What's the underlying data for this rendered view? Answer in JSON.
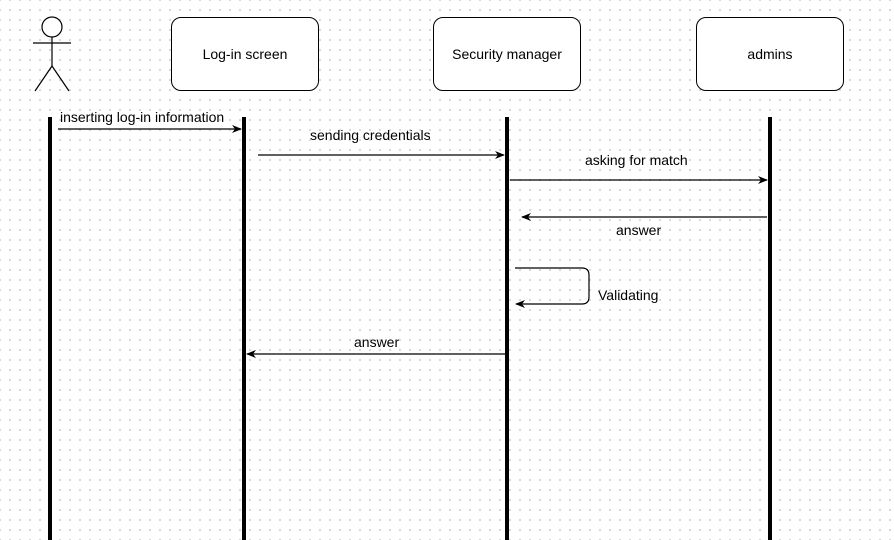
{
  "participants": {
    "actor": {
      "label": ""
    },
    "login_screen": {
      "label": "Log-in screen"
    },
    "security_manager": {
      "label": "Security manager"
    },
    "admins": {
      "label": "admins"
    }
  },
  "messages": [
    {
      "from": "actor",
      "to": "login_screen",
      "label": "inserting log-in information"
    },
    {
      "from": "login_screen",
      "to": "security_manager",
      "label": "sending credentials"
    },
    {
      "from": "security_manager",
      "to": "admins",
      "label": "asking for match"
    },
    {
      "from": "admins",
      "to": "security_manager",
      "label": "answer"
    },
    {
      "from": "security_manager",
      "to": "security_manager",
      "label": "Validating"
    },
    {
      "from": "security_manager",
      "to": "login_screen",
      "label": "answer"
    }
  ],
  "colors": {
    "line": "#000000",
    "grid_dot": "#d6d6d6",
    "background": "#ffffff"
  }
}
